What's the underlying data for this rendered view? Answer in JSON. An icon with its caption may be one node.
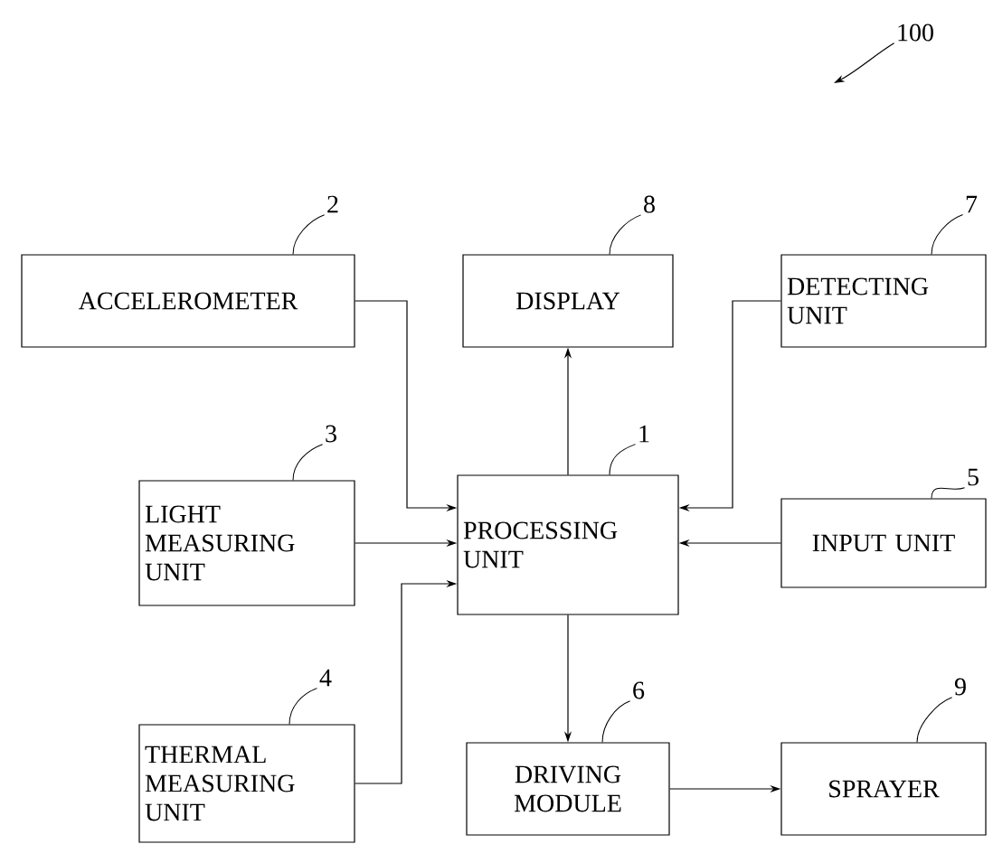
{
  "diagram": {
    "nodes": [
      {
        "text": [
          "ACCELEROMETER"
        ]
      },
      {
        "text": [
          "DISPLAY"
        ]
      },
      {
        "text": [
          "DETECTING UNIT"
        ]
      },
      {
        "text": [
          "LIGHT MEASURING UNIT"
        ]
      },
      {
        "text": [
          "PROCESSING UNIT"
        ]
      },
      {
        "text": [
          "INPUT UNIT"
        ]
      },
      {
        "text": [
          "THERMAL MEASURING UNIT"
        ]
      },
      {
        "text": [
          "DRIVING MODULE"
        ]
      },
      {
        "text": [
          "SPRAYER"
        ]
      },
      {
        "text": [
          "100"
        ]
      },
      {
        "text": [
          "2"
        ]
      },
      {
        "text": [
          "8"
        ]
      },
      {
        "text": [
          "7"
        ]
      },
      {
        "text": [
          "3"
        ]
      },
      {
        "text": [
          "1"
        ]
      },
      {
        "text": [
          "5"
        ]
      },
      {
        "text": [
          "4"
        ]
      },
      {
        "text": [
          "6"
        ]
      },
      {
        "text": [
          "9"
        ]
      }
    ],
    "edges": [
      {
        "from": 0,
        "to": 4,
        "arrow": "to"
      },
      {
        "from": 3,
        "to": 4,
        "arrow": "to"
      },
      {
        "from": 6,
        "to": 4,
        "arrow": "to"
      },
      {
        "from": 4,
        "to": 1,
        "arrow": "to"
      },
      {
        "from": 2,
        "to": 4,
        "arrow": "to"
      },
      {
        "from": 5,
        "to": 4,
        "arrow": "to"
      },
      {
        "from": 4,
        "to": 7,
        "arrow": "to"
      },
      {
        "from": 7,
        "to": 8,
        "arrow": "to"
      },
      {
        "from": 9,
        "to": null,
        "arrow": "to"
      },
      {
        "from": 10,
        "to": 0,
        "arrow": "none"
      },
      {
        "from": 11,
        "to": 1,
        "arrow": "none"
      },
      {
        "from": 12,
        "to": 2,
        "arrow": "none"
      },
      {
        "from": 13,
        "to": 3,
        "arrow": "none"
      },
      {
        "from": 14,
        "to": 4,
        "arrow": "none"
      },
      {
        "from": 15,
        "to": 5,
        "arrow": "none"
      },
      {
        "from": 16,
        "to": 6,
        "arrow": "none"
      },
      {
        "from": 17,
        "to": 7,
        "arrow": "none"
      },
      {
        "from": 18,
        "to": 8,
        "arrow": "none"
      }
    ]
  }
}
